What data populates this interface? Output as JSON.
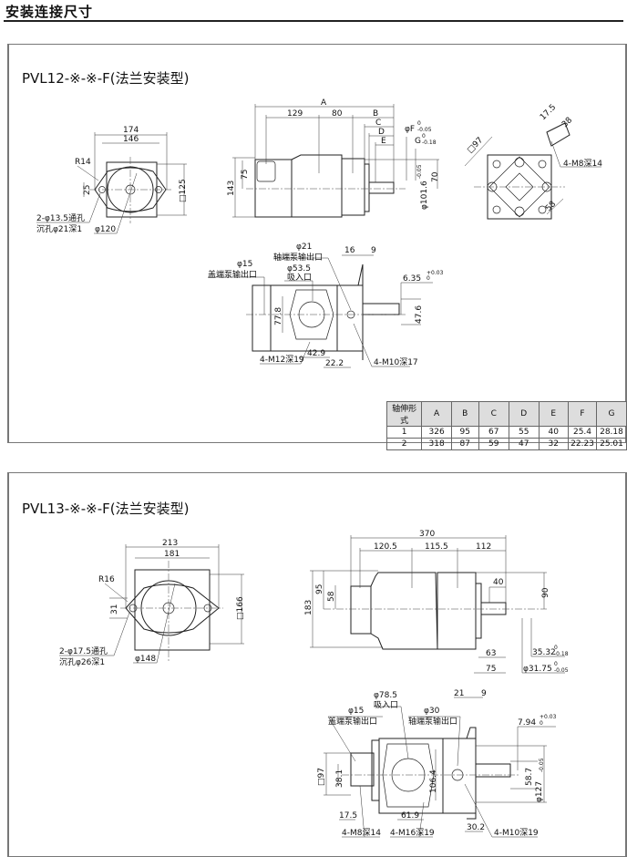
{
  "page_title": "安装连接尺寸",
  "pvl12": {
    "title": "PVL12-※-※-F(法兰安装型)",
    "front": {
      "w_outer": "174",
      "w_inner": "146",
      "radius": "R14",
      "hole_spacing": "25",
      "square": "□125",
      "holes": "2-φ13.5通孔",
      "counterbore": "沉孔φ21深1",
      "pilot": "φ120"
    },
    "side": {
      "A": "A",
      "d129": "129",
      "d80": "80",
      "B": "B",
      "C": "C",
      "D": "D",
      "E": "E",
      "F": "φF",
      "F_tol_up": "0",
      "F_tol_lo": "-0.05",
      "G": "G",
      "G_tol_up": "0",
      "G_tol_lo": "-0.18",
      "h143": "143",
      "h75": "75",
      "h70": "70",
      "pilot": "φ101.6",
      "pilot_tol_up": "0",
      "pilot_tol_lo": "-0.05"
    },
    "port_view": {
      "square": "□97",
      "d17_5": "17.5",
      "d38": "38",
      "thread": "4-M8深14",
      "d58": "58"
    },
    "bottom": {
      "d21": "φ21",
      "shaft_out": "轴端泵输出口",
      "d53_5": "φ53.5",
      "suction": "吸入口",
      "d15": "φ15",
      "cover_out": "盖端泵输出口",
      "d16": "16",
      "d9": "9",
      "key": "6.35",
      "key_tol_up": "+0.03",
      "key_tol_lo": "0",
      "d47_6": "47.6",
      "d77_8": "77.8",
      "m12": "4-M12深19",
      "d42_9": "42.9",
      "d22_2": "22.2",
      "m10": "4-M10深17"
    },
    "table": {
      "headers": [
        "轴伸形式",
        "A",
        "B",
        "C",
        "D",
        "E",
        "F",
        "G"
      ],
      "rows": [
        [
          "1",
          "326",
          "95",
          "67",
          "55",
          "40",
          "25.4",
          "28.18"
        ],
        [
          "2",
          "318",
          "87",
          "59",
          "47",
          "32",
          "22.23",
          "25.01"
        ]
      ]
    }
  },
  "pvl13": {
    "title": "PVL13-※-※-F(法兰安装型)",
    "front": {
      "w_outer": "213",
      "w_inner": "181",
      "radius": "R16",
      "hole_spacing": "31",
      "square": "□166",
      "holes": "2-φ17.5通孔",
      "counterbore": "沉孔φ26深1",
      "pilot": "φ148"
    },
    "side": {
      "d370": "370",
      "d120_5": "120.5",
      "d115_5": "115.5",
      "d112": "112",
      "h183": "183",
      "h95": "95",
      "h58": "58",
      "d40": "40",
      "h90": "90",
      "d63": "63",
      "d75": "75",
      "key": "35.32",
      "key_tol_up": "0",
      "key_tol_lo": "-0.18",
      "shaft": "φ31.75",
      "shaft_tol_up": "0",
      "shaft_tol_lo": "-0.05"
    },
    "bottom": {
      "d78_5": "φ78.5",
      "suction": "吸入口",
      "d15": "φ15",
      "cover_out": "盖端泵输出口",
      "d30": "φ30",
      "shaft_out": "轴端泵输出口",
      "d21": "21",
      "d9": "9",
      "key": "7.94",
      "key_tol_up": "+0.03",
      "key_tol_lo": "0",
      "d58_7": "58.7",
      "pilot": "φ127",
      "pilot_tol_up": "0",
      "pilot_tol_lo": "-0.05",
      "square": "□97",
      "d38_1": "38.1",
      "d106_4": "106.4",
      "d17_5": "17.5",
      "d61_9": "61.9",
      "d30_2": "30.2",
      "m8": "4-M8深14",
      "m16": "4-M16深19",
      "m10": "4-M10深19"
    }
  }
}
